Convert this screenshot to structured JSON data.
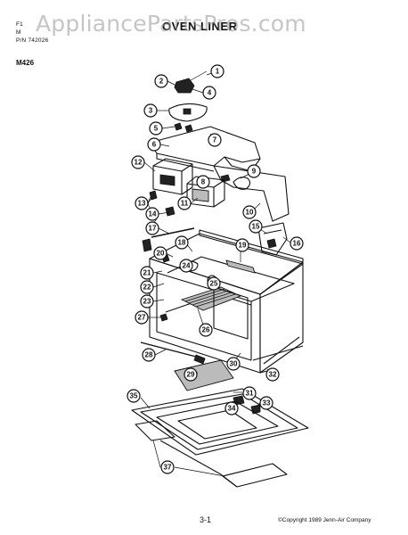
{
  "header": {
    "line1": "F1",
    "line2": "M",
    "line3": "P/N 742026",
    "title": "OVEN LINER",
    "model": "M426"
  },
  "watermark": "AppliancePartsPros.com",
  "footer": {
    "page_number": "3-1",
    "copyright": "©Copyright 1989 Jenn-Air Company"
  },
  "callouts": [
    "1",
    "2",
    "3",
    "4",
    "5",
    "6",
    "7",
    "8",
    "9",
    "10",
    "11",
    "12",
    "13",
    "14",
    "15",
    "16",
    "17",
    "18",
    "19",
    "20",
    "21",
    "22",
    "23",
    "24",
    "25",
    "26",
    "27",
    "28",
    "29",
    "30",
    "31",
    "32",
    "33",
    "34",
    "35",
    "37"
  ]
}
